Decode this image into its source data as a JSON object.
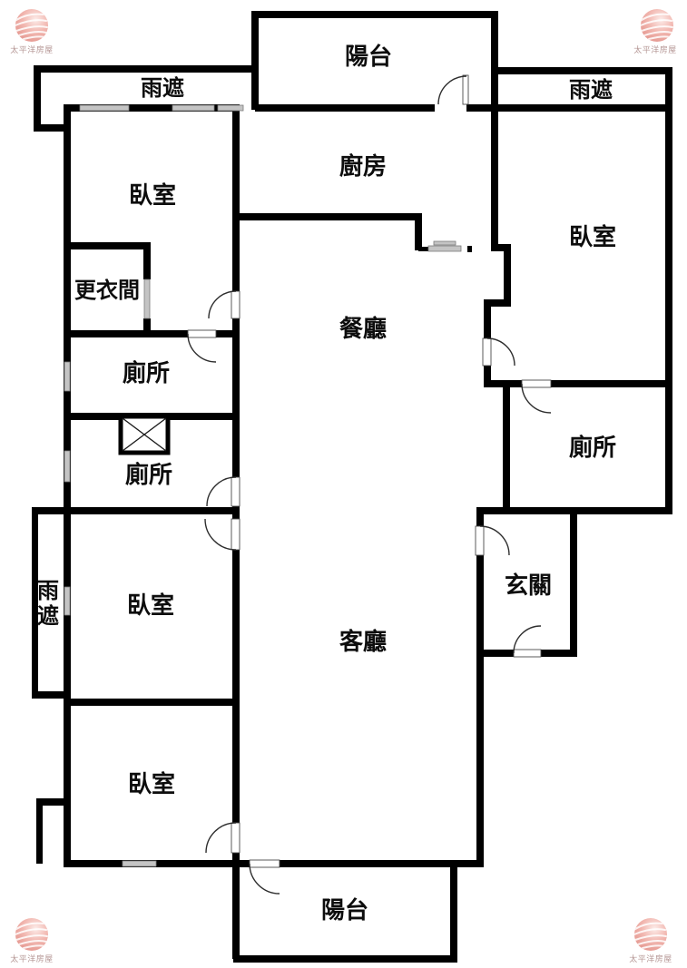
{
  "title": "apartment-floor-plan",
  "branding": {
    "logo_text": "太平洋房屋",
    "logo_pink": "#e8958d",
    "logo_text_color": "#b49694"
  },
  "colors": {
    "wall": "#000000",
    "window_fill": "#c4c4c4",
    "background": "#ffffff"
  },
  "rooms": {
    "balcony_top": "陽台",
    "rain_shelter_top_left": "雨遮",
    "rain_shelter_top_right": "雨遮",
    "bedroom_top_left": "臥室",
    "kitchen": "廚房",
    "bedroom_top_right": "臥室",
    "dressing_room": "更衣間",
    "dining_room": "餐廳",
    "toilet_upper_left": "廁所",
    "toilet_right": "廁所",
    "toilet_lower_left": "廁所",
    "rain_shelter_left_char_top": "雨",
    "rain_shelter_left_char_bottom": "遮",
    "bedroom_mid_left": "臥室",
    "entryway": "玄關",
    "living_room": "客廳",
    "bedroom_bottom_left": "臥室",
    "balcony_bottom": "陽台"
  }
}
